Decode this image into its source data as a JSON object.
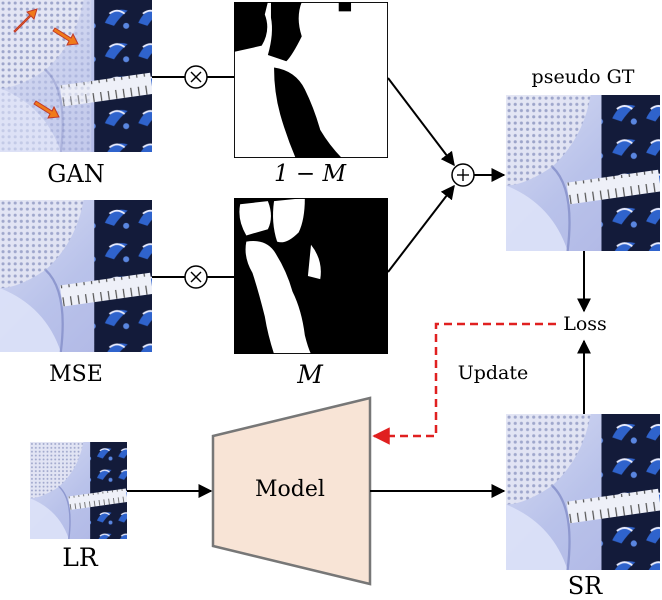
{
  "labels": {
    "gan": "GAN",
    "mse": "MSE",
    "one_minus_m": "1 − M",
    "m": "M",
    "pseudo_gt": "pseudo GT",
    "loss": "Loss",
    "update": "Update",
    "model": "Model",
    "lr": "LR",
    "sr": "SR"
  },
  "operators": {
    "multiply": "×",
    "add": "+"
  },
  "colors": {
    "model_fill": "#f8e4d6",
    "model_stroke": "#777777",
    "update_arrow": "#e02020",
    "photo_base": "#c8d0ee",
    "photo_dark": "#162040",
    "bird_blue": "#2a5ec8",
    "hotspot_arrow": "#f07a1a"
  },
  "icons": {
    "multiply": "circle-times-icon",
    "add": "circle-plus-icon",
    "artifact_arrows": "orange-arrow-icon"
  }
}
